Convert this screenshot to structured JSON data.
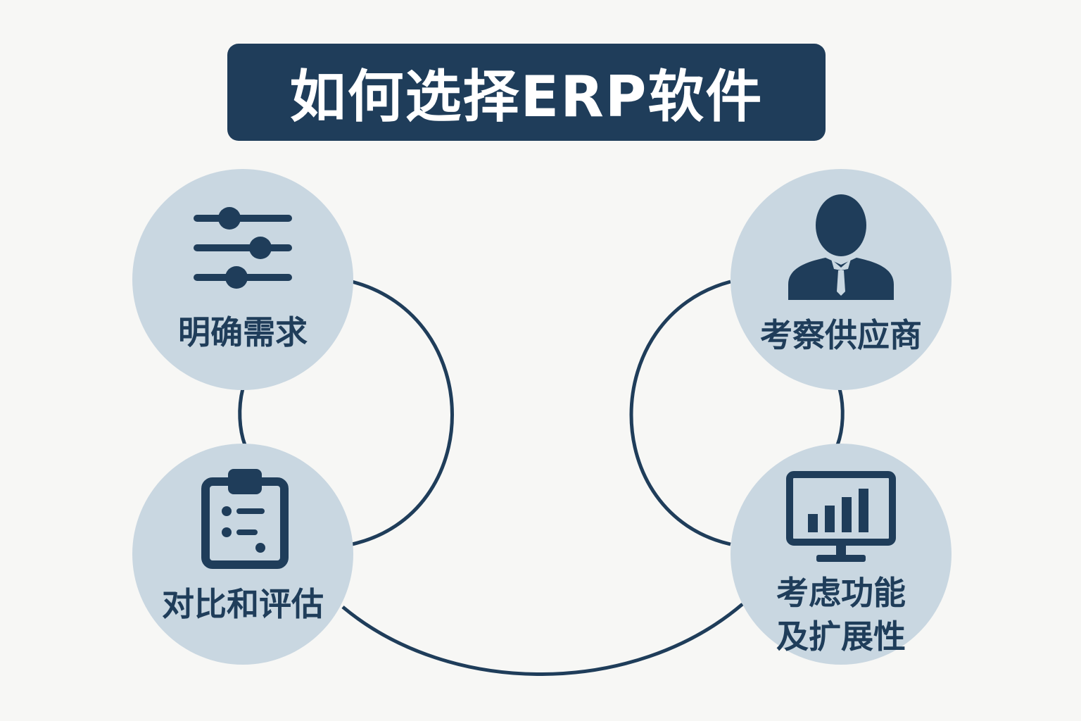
{
  "title": "如何选择ERP软件",
  "colors": {
    "primary": "#1f3d5a",
    "circle": "#c9d7e1",
    "background": "#f7f7f5"
  },
  "nodes": [
    {
      "label": "明确需求",
      "icon": "sliders-icon"
    },
    {
      "label": "考察供应商",
      "icon": "businessman-icon"
    },
    {
      "label": "对比和评估",
      "icon": "clipboard-checklist-icon"
    },
    {
      "label_line1": "考虑功能",
      "label_line2": "及扩展性",
      "icon": "monitor-bar-chart-icon"
    }
  ]
}
